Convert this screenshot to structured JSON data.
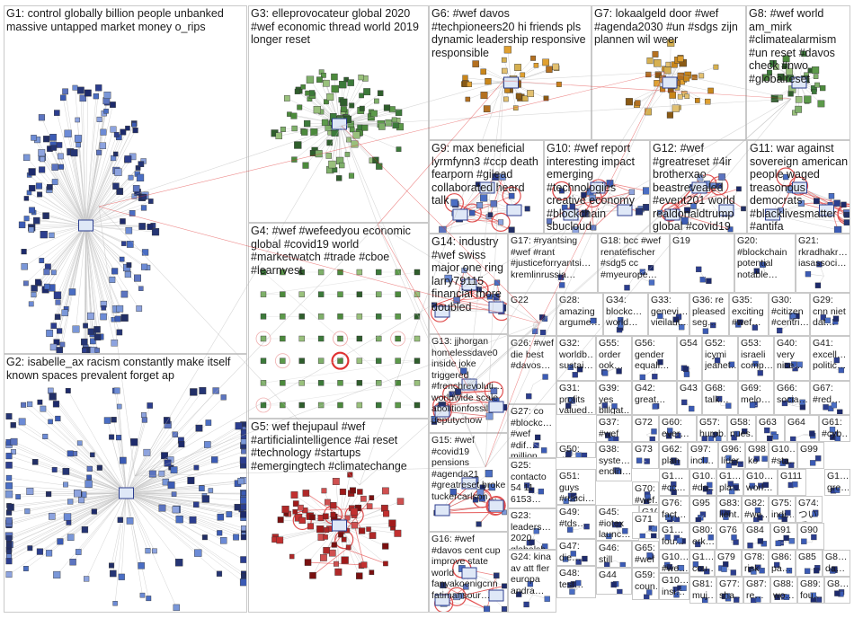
{
  "groups": [
    {
      "id": "G1",
      "label": "G1: control globally billion people unbanked massive untapped market money o_rips"
    },
    {
      "id": "G2",
      "label": "G2: isabelle_ax racism constantly make itself known spaces prevalent forget ap"
    },
    {
      "id": "G3",
      "label": "G3: elleprovocateur global 2020 #wef economic thread world 2019 longer reset"
    },
    {
      "id": "G4",
      "label": "G4: #wef #wefeedyou economic global #covid19 world #marketwatch #trade #cboe #learnvest"
    },
    {
      "id": "G5",
      "label": "G5: wef thejupaul #wef #artificialintelligence #ai reset #technology #startups #emergingtech #climatechange"
    },
    {
      "id": "G6",
      "label": "G6: #wef davos #techpioneers20 hi friends pls dynamic leadership responsive responsible"
    },
    {
      "id": "G7",
      "label": "G7: lokaalgeld door #wef #agenda2030 #un #sdgs zijn plannen wil weer"
    },
    {
      "id": "G8",
      "label": "G8: #wef world am_mirk #climatealarmism #un reset #davos check #nwo #globalreset"
    },
    {
      "id": "G9",
      "label": "G9: max beneficial lyrmfynn3 #ccp death fearporn #gilead collaborated heard talk"
    },
    {
      "id": "G10",
      "label": "G10: #wef report interesting impact emerging #technologies creative economy #blockchain sbucloud"
    },
    {
      "id": "G12",
      "label": "G12: #wef #greatreset #4ir brotherxao beastrevealed #event201 world realdonaldtrump global #covid19"
    },
    {
      "id": "G11",
      "label": "G11: war against sovereign american people waged treasonous democrats #blacklivesmatter #antifa"
    },
    {
      "id": "G14",
      "label": "G14: industry #wef swiss major one ring larry79115 financial more doubled"
    },
    {
      "id": "G17",
      "label": "G17: #ryantsing #wef #rant #justiceforryantsi… kremlinrussia…"
    },
    {
      "id": "G18",
      "label": "G18: bcc #wef renatefischer #sdg5 cc #myeurope…"
    },
    {
      "id": "G19",
      "label": "G19"
    },
    {
      "id": "G20",
      "label": "G20: #blockchain potential notable…"
    },
    {
      "id": "G21",
      "label": "G21: rkradhakr… iasassoci…"
    },
    {
      "id": "G13",
      "label": "G13: jjhorgan homelessdave0 inside joke triggered #frenchrevoluti… worldwide scale abolitionfossil deputychow"
    },
    {
      "id": "G22",
      "label": "G22"
    },
    {
      "id": "G28",
      "label": "G28: amazing argume…"
    },
    {
      "id": "G34",
      "label": "G34: blockc… world…"
    },
    {
      "id": "G33",
      "label": "G33: genevi… vieilaut…"
    },
    {
      "id": "G36",
      "label": "G36: re pleased seg…"
    },
    {
      "id": "G35",
      "label": "G35: exciting #wef…"
    },
    {
      "id": "G30",
      "label": "G30: #citizen #centri…"
    },
    {
      "id": "G29",
      "label": "G29: cnn niet dat…"
    },
    {
      "id": "G26",
      "label": "G26: #wef die best #davos…"
    },
    {
      "id": "G32",
      "label": "G32: worldb… sustai…"
    },
    {
      "id": "G55",
      "label": "G55: order ook…"
    },
    {
      "id": "G56",
      "label": "G56: gender equali…"
    },
    {
      "id": "G54",
      "label": "G54"
    },
    {
      "id": "G52",
      "label": "G52: icymi jeanet…"
    },
    {
      "id": "G53",
      "label": "G53: israeli comp…"
    },
    {
      "id": "G40",
      "label": "G40: very nice…"
    },
    {
      "id": "G41",
      "label": "G41: excell… politic…"
    },
    {
      "id": "G31",
      "label": "G31: profits valued…"
    },
    {
      "id": "G39",
      "label": "G39: yes billgat…"
    },
    {
      "id": "G42",
      "label": "G42: great…"
    },
    {
      "id": "G43",
      "label": "G43"
    },
    {
      "id": "G68",
      "label": "G68: talk…"
    },
    {
      "id": "G69",
      "label": "G69: melo…"
    },
    {
      "id": "G66",
      "label": "G66: socia…"
    },
    {
      "id": "G67",
      "label": "G67: #red…"
    },
    {
      "id": "G15",
      "label": "G15: #wef #covid19 pensions #agenda21 #greatreset broke tuckercarlson…"
    },
    {
      "id": "G27",
      "label": "G27: co #blockc… #wef #dif… million…"
    },
    {
      "id": "G37",
      "label": "G37: #wef trying…"
    },
    {
      "id": "G72",
      "label": "G72"
    },
    {
      "id": "G60",
      "label": "G60: ever…"
    },
    {
      "id": "G57",
      "label": "G57: hurob… aver…"
    },
    {
      "id": "G58",
      "label": "G58: nues…"
    },
    {
      "id": "G63",
      "label": "G63"
    },
    {
      "id": "G64",
      "label": "G64"
    },
    {
      "id": "G61",
      "label": "G61: #cyb…"
    },
    {
      "id": "G50",
      "label": "G50: die…"
    },
    {
      "id": "G38",
      "label": "G38: syste… endin…"
    },
    {
      "id": "G73",
      "label": "G73"
    },
    {
      "id": "G62",
      "label": "G62: plan age"
    },
    {
      "id": "G97",
      "label": "G97: incl…"
    },
    {
      "id": "G96",
      "label": "G96: líder…"
    },
    {
      "id": "G98",
      "label": "G98: ko"
    },
    {
      "id": "G10b",
      "label": "G10… #sta…"
    },
    {
      "id": "G99",
      "label": "G99"
    },
    {
      "id": "G25",
      "label": "G25: contacto 54 11 6153…"
    },
    {
      "id": "G51",
      "label": "G51: guys #ruuci…"
    },
    {
      "id": "G70",
      "label": "G70: #wef…"
    },
    {
      "id": "G1x",
      "label": "G1… #cc…"
    },
    {
      "id": "G10c",
      "label": "G10… #da…"
    },
    {
      "id": "G1y",
      "label": "G1… pla…"
    },
    {
      "id": "G10d",
      "label": "G10… worl…"
    },
    {
      "id": "G111",
      "label": "G111"
    },
    {
      "id": "G1z",
      "label": "G1… gre…"
    },
    {
      "id": "G23",
      "label": "G23: leaders… 2020 globalsh…"
    },
    {
      "id": "G49",
      "label": "G49: #tds…"
    },
    {
      "id": "G76",
      "label": "G76: fact…"
    },
    {
      "id": "G101",
      "label": "G101"
    },
    {
      "id": "G95",
      "label": "G95"
    },
    {
      "id": "G83",
      "label": "G83: lient…"
    },
    {
      "id": "G82",
      "label": "G82: #we…"
    },
    {
      "id": "G75",
      "label": "G75: indi…"
    },
    {
      "id": "G74",
      "label": "G74: ついて"
    },
    {
      "id": "G45",
      "label": "G45: #iotex launc…"
    },
    {
      "id": "G71",
      "label": "G71"
    },
    {
      "id": "G1w",
      "label": "G1… fou…"
    },
    {
      "id": "G80",
      "label": "G80: erk…"
    },
    {
      "id": "G76b",
      "label": "G76"
    },
    {
      "id": "G84",
      "label": "G84"
    },
    {
      "id": "G91",
      "label": "G91"
    },
    {
      "id": "G90",
      "label": "G90"
    },
    {
      "id": "G16",
      "label": "G16: #wef #davos cent cup improve state world fanyakoenigcnn fatimansour…"
    },
    {
      "id": "G24",
      "label": "G24: kina av att fler europa andra…"
    },
    {
      "id": "G47",
      "label": "G47: die…"
    },
    {
      "id": "G46",
      "label": "G46: still"
    },
    {
      "id": "G65",
      "label": "G65: #wef ung"
    },
    {
      "id": "G10e",
      "label": "G10… #we…"
    },
    {
      "id": "G1v",
      "label": "G1… cou…"
    },
    {
      "id": "G79",
      "label": "G79"
    },
    {
      "id": "G78",
      "label": "G78: risk"
    },
    {
      "id": "G86",
      "label": "G86: pa…"
    },
    {
      "id": "G85",
      "label": "G85"
    },
    {
      "id": "G8b",
      "label": "G8… da…"
    },
    {
      "id": "G48",
      "label": "G48: test…"
    },
    {
      "id": "G44",
      "label": "G44"
    },
    {
      "id": "G59",
      "label": "G59: coun…"
    },
    {
      "id": "G10f",
      "label": "G10… insi…"
    },
    {
      "id": "G81",
      "label": "G81: muj…"
    },
    {
      "id": "G77",
      "label": "G77: sha…"
    },
    {
      "id": "G87",
      "label": "G87: re…"
    },
    {
      "id": "G88",
      "label": "G88: wo…"
    },
    {
      "id": "G89",
      "label": "G89: fou…"
    },
    {
      "id": "G8c",
      "label": "G8…"
    }
  ],
  "colors": {
    "edge": "#bdbdbd",
    "edge_red": "#e03030",
    "panel_border": "#c9c9c9"
  }
}
